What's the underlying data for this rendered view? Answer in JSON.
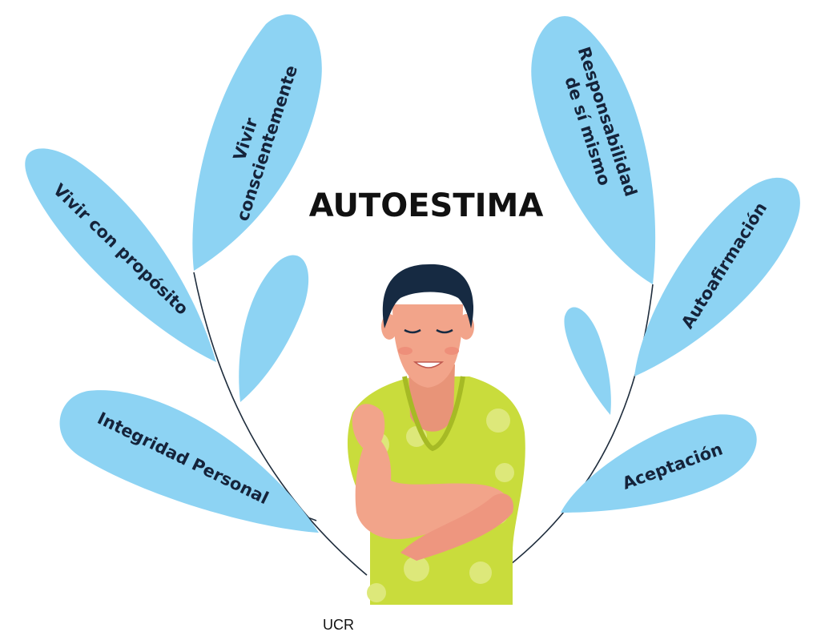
{
  "title": "AUTOESTIMA",
  "left_branch": {
    "vivir_conscientemente": [
      "Vivir",
      "conscientemente"
    ],
    "vivir_con_proposito": "Vivir con propósito",
    "integridad_personal": "Integridad Personal"
  },
  "right_branch": {
    "responsabilidad": [
      "Responsabilidad",
      "de sí mismo"
    ],
    "autoafirmacion": "Autoafirmación",
    "aceptacion": "Aceptación"
  },
  "credit": "UCR",
  "colors": {
    "leaf": "#8dd3f3",
    "text": "#15233a",
    "shirt": "#c9dc3c",
    "skin": "#f2a48a",
    "hair": "#162a42"
  }
}
